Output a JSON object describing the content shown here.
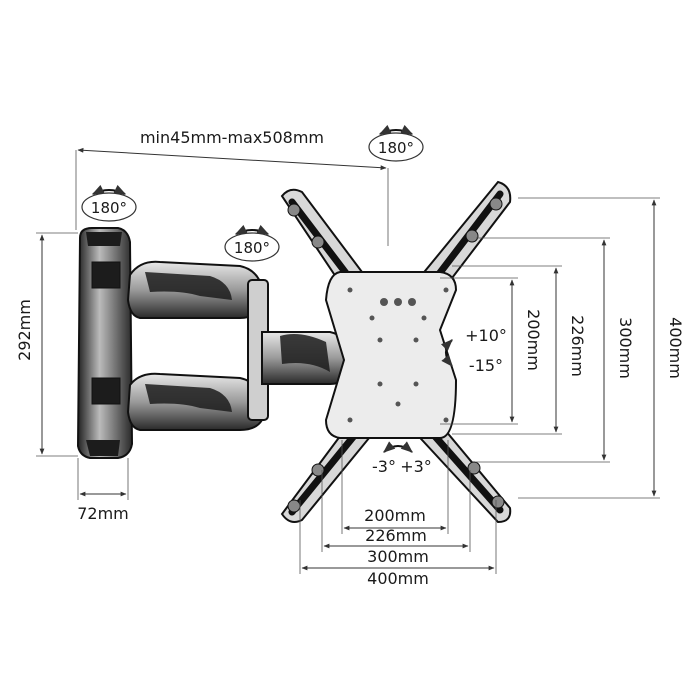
{
  "labels": {
    "arm_extension": "min45mm-max508mm",
    "height": "292mm",
    "depth": "72mm",
    "vesa_h_200": "200mm",
    "vesa_h_226": "226mm",
    "vesa_h_300": "300mm",
    "vesa_h_400": "400mm",
    "vesa_v_200": "200mm",
    "vesa_v_226": "226mm",
    "vesa_v_300": "300mm",
    "vesa_v_400": "400mm",
    "tilt_up": "+10°",
    "tilt_down": "-15°",
    "level_minus": "-3°",
    "level_plus": "+3°",
    "swivel_top": "180°",
    "swivel_wall": "180°",
    "swivel_mid": "180°"
  },
  "colors": {
    "line": "#111111",
    "fill_dark": "#1c1c1c",
    "fill_mid": "#3a3a3a",
    "fill_light": "#d8d8d8",
    "hole": "#555555"
  }
}
